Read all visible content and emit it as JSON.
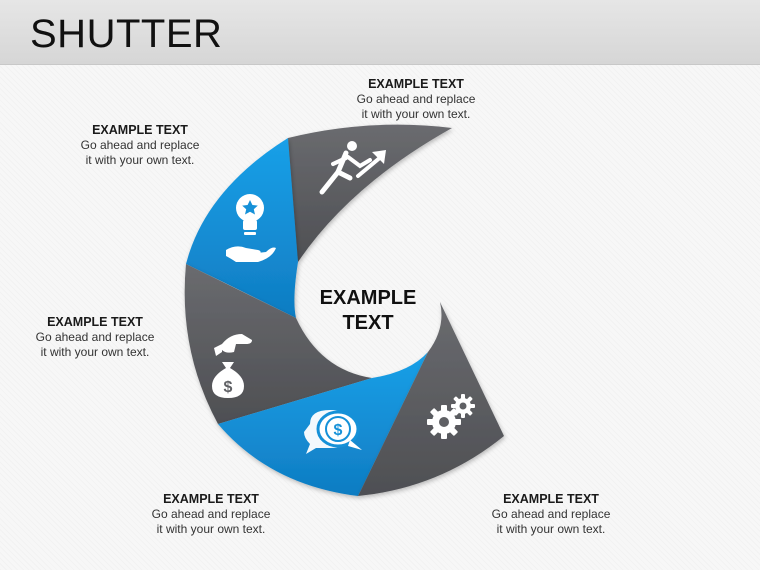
{
  "slide": {
    "title": "SHUTTER"
  },
  "center": {
    "line1": "EXAMPLE",
    "line2": "TEXT"
  },
  "callouts": [
    {
      "heading": "EXAMPLE TEXT",
      "line1": "Go ahead and replace",
      "line2": "it with your own text."
    },
    {
      "heading": "EXAMPLE TEXT",
      "line1": "Go ahead and replace",
      "line2": "it with your own text."
    },
    {
      "heading": "EXAMPLE TEXT",
      "line1": "Go ahead and replace",
      "line2": "it with your own text."
    },
    {
      "heading": "EXAMPLE TEXT",
      "line1": "Go ahead and replace",
      "line2": "it with your own text."
    },
    {
      "heading": "EXAMPLE TEXT",
      "line1": "Go ahead and replace",
      "line2": "it with your own text."
    }
  ],
  "colors": {
    "gray": "#5f6064",
    "gray_dark": "#4a4b4f",
    "blue": "#1591d8",
    "blue_dark": "#0f73b4"
  },
  "segments": [
    {
      "icon": "running-man-arrow-icon",
      "color": "gray"
    },
    {
      "icon": "lightbulb-hand-icon",
      "color": "blue"
    },
    {
      "icon": "money-bag-hand-icon",
      "color": "gray"
    },
    {
      "icon": "dollar-speech-bubble-icon",
      "color": "blue"
    },
    {
      "icon": "gears-icon",
      "color": "gray"
    }
  ]
}
